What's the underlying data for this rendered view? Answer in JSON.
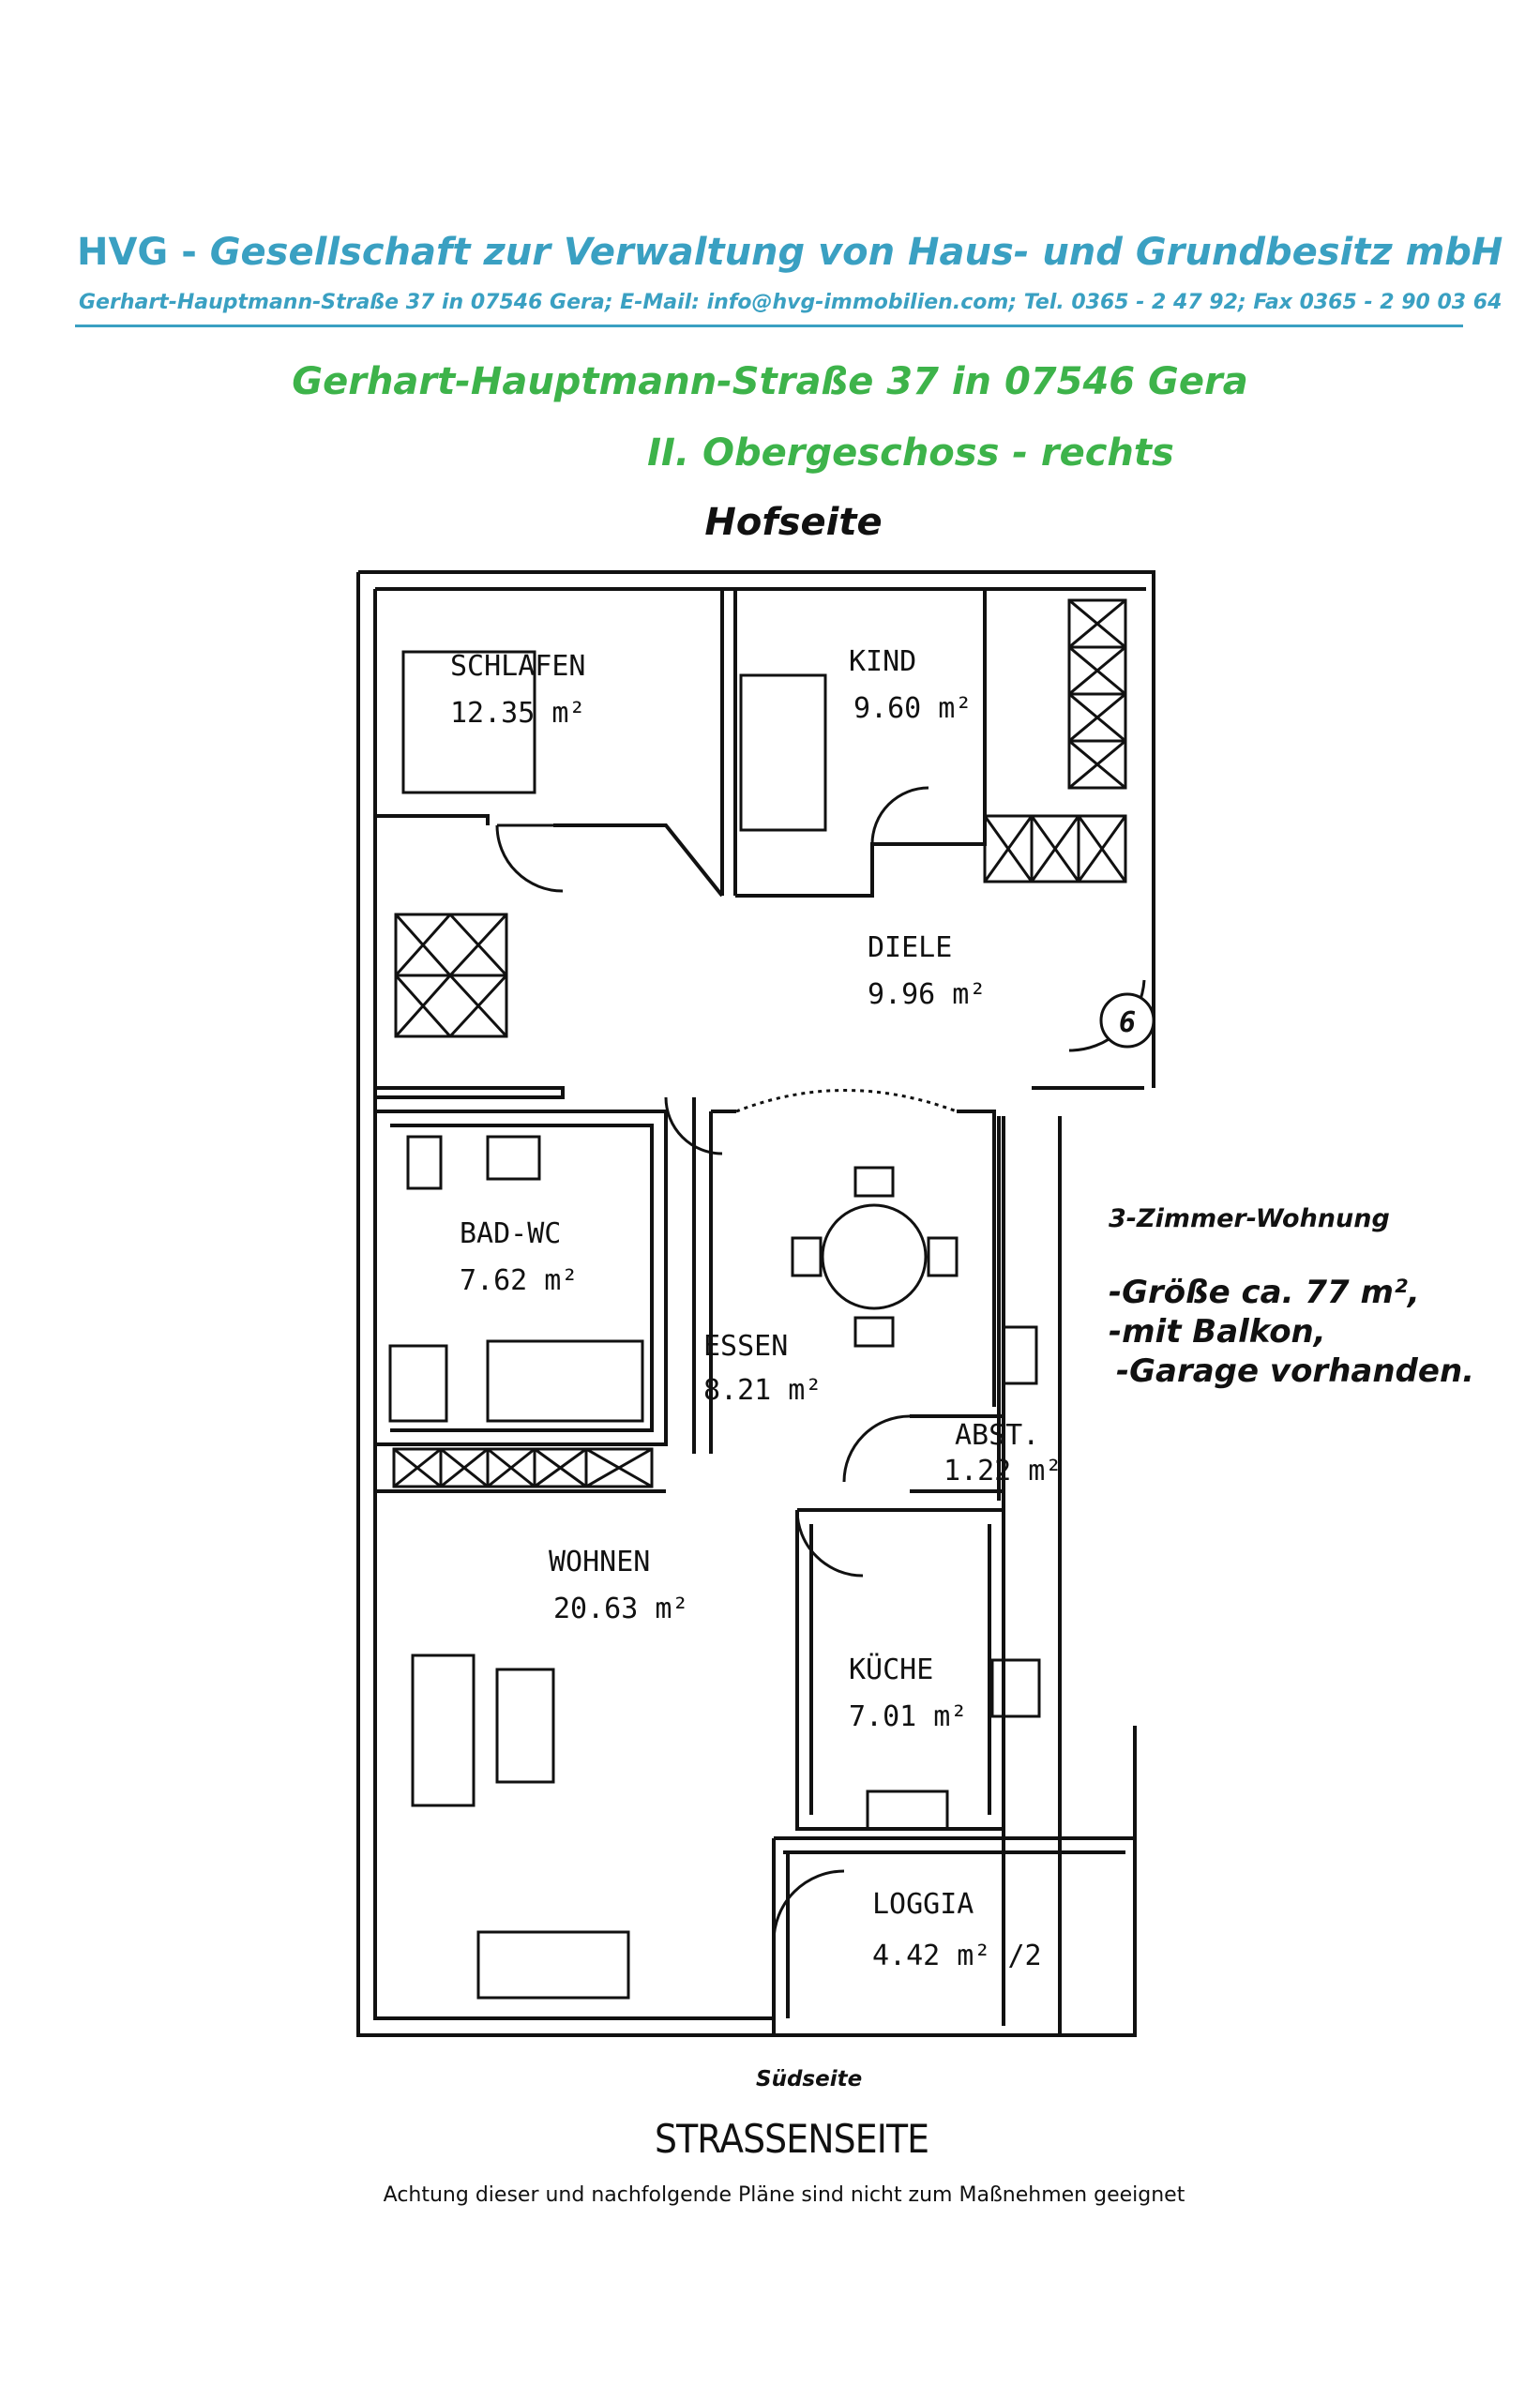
{
  "header": {
    "company_prefix": "HVG - ",
    "company_name": "Gesellschaft zur Verwaltung von Haus- und Grundbesitz mbH",
    "contact": "Gerhart-Hauptmann-Straße 37 in 07546 Gera; E-Mail: info@hvg-immobilien.com; Tel. 0365 - 2 47 92; Fax 0365 - 2 90 03 64",
    "colors": {
      "company": "#3aa0c2",
      "address": "#3db34a"
    }
  },
  "property": {
    "address": "Gerhart-Hauptmann-Straße 37 in 07546 Gera",
    "floor": "II. Obergeschoss - rechts"
  },
  "plan": {
    "top_side": "Hofseite",
    "bottom_side": "Südseite",
    "street_side": "STRASSENSEITE",
    "stair_number": "6",
    "rooms": [
      {
        "name": "SCHLAFEN",
        "area": "12.35 m²"
      },
      {
        "name": "KIND",
        "area": "9.60 m²"
      },
      {
        "name": "DIELE",
        "area": "9.96 m²"
      },
      {
        "name": "BAD-WC",
        "area": "7.62 m²"
      },
      {
        "name": "ESSEN",
        "area": "8.21 m²"
      },
      {
        "name": "ABST.",
        "area": "1.22 m²"
      },
      {
        "name": "WOHNEN",
        "area": "20.63 m²"
      },
      {
        "name": "KÜCHE",
        "area": "7.01 m²"
      },
      {
        "name": "LOGGIA",
        "area": "4.42 m² /2"
      }
    ]
  },
  "info": {
    "type": "3-Zimmer-Wohnung",
    "features": [
      "-Größe ca. 77 m²,",
      "-mit Balkon,",
      "-Garage vorhanden."
    ]
  },
  "footer": {
    "note": "Achtung dieser und nachfolgende Pläne sind nicht zum Maßnehmen geeignet"
  }
}
